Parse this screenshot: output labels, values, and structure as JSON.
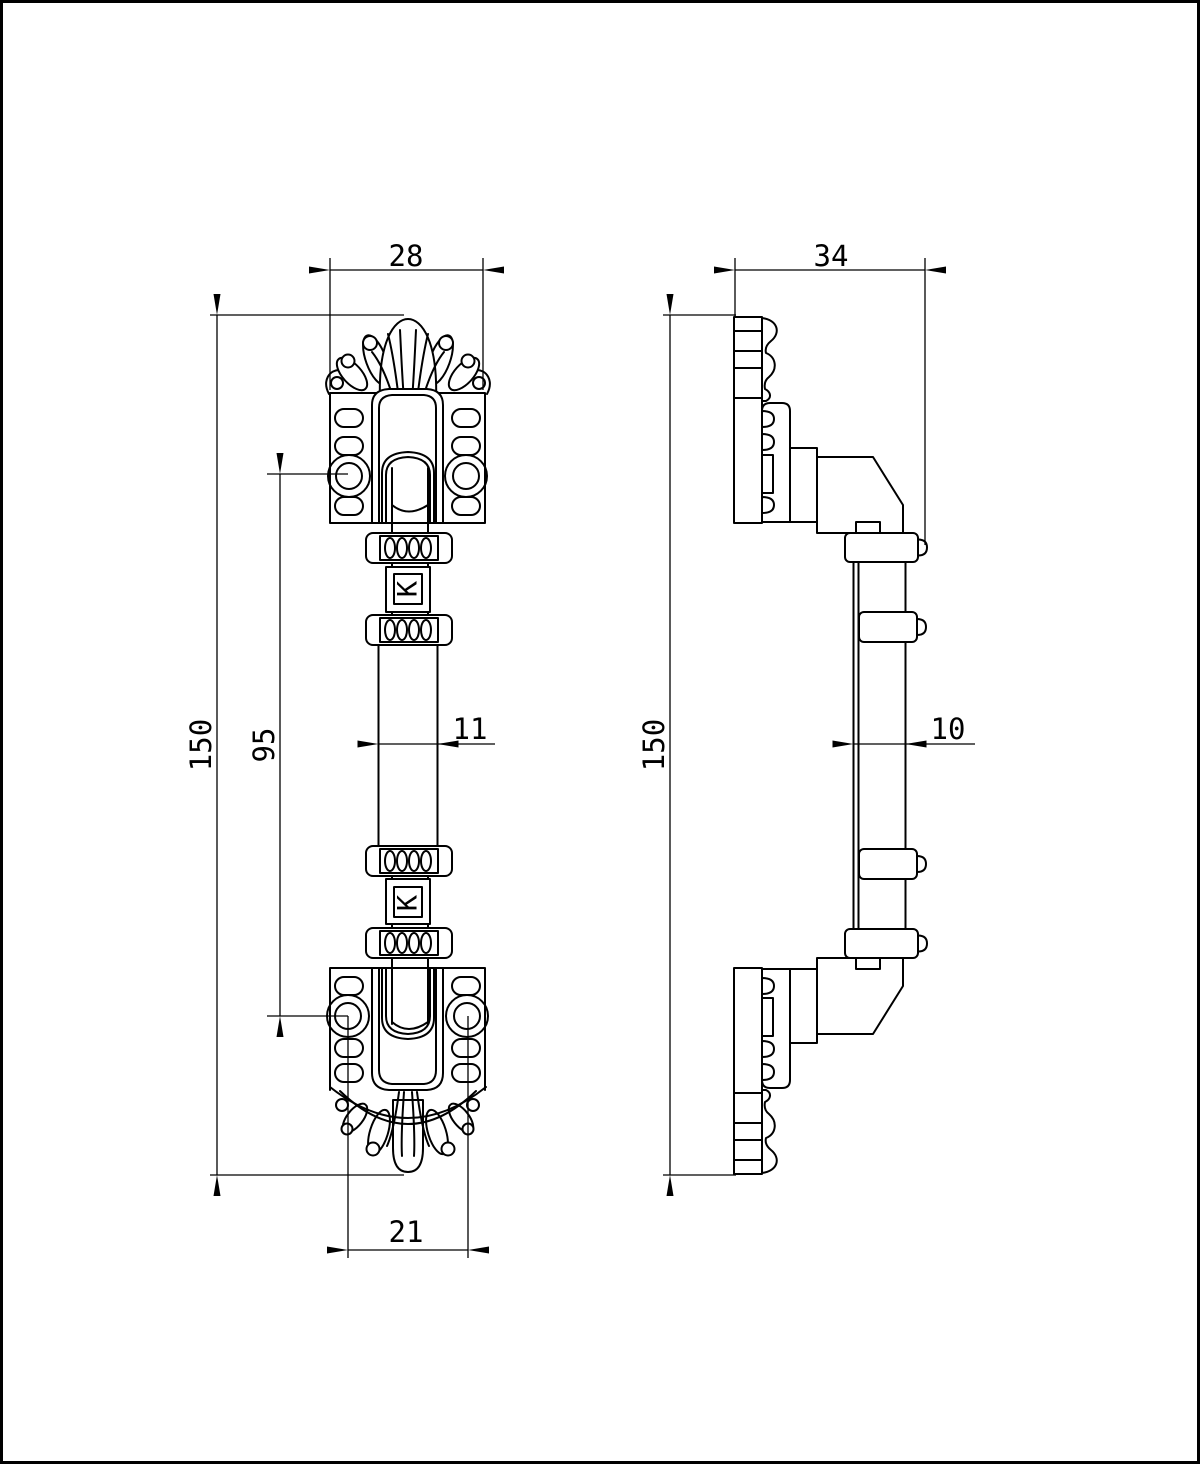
{
  "sheet": {
    "background": "#ffffff",
    "line_color": "#000000",
    "border_color": "#000000",
    "description": "Technical drawing of ornate pull handle, front and side views"
  },
  "front_view": {
    "plate_width": "28",
    "overall_height": "150",
    "hole_spacing": "95",
    "bar_width": "11",
    "bottom_hole_spacing": "21",
    "logo_letter": "K"
  },
  "side_view": {
    "overall_depth": "34",
    "overall_height": "150",
    "bar_diameter": "10"
  }
}
